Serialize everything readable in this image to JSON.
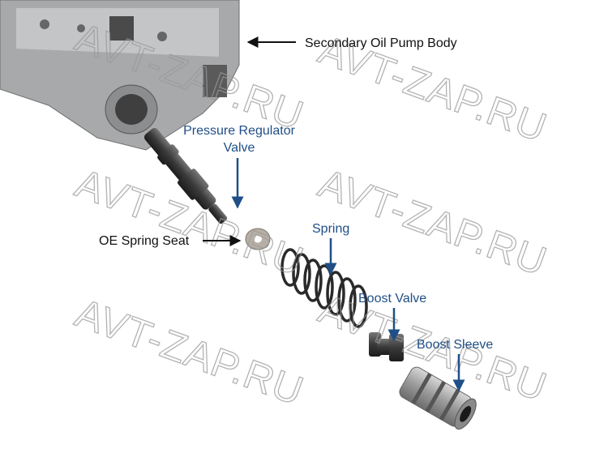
{
  "labels": {
    "pump_body": "Secondary Oil Pump Body",
    "pressure_regulator_line1": "Pressure Regulator",
    "pressure_regulator_line2": "Valve",
    "spring_seat": "OE Spring Seat",
    "spring": "Spring",
    "boost_valve": "Boost Valve",
    "boost_sleeve": "Boost Sleeve"
  },
  "watermark": "AVT-ZAP.RU",
  "colors": {
    "label_blue": "#1f4f86",
    "label_black": "#111111"
  }
}
